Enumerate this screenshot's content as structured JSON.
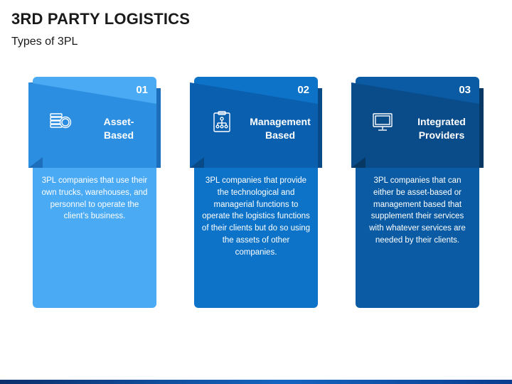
{
  "title": "3RD PARTY LOGISTICS",
  "subtitle": "Types of 3PL",
  "colors": {
    "card1_body": "#4aaaf4",
    "card1_banner": "#2c8ee0",
    "card1_fold": "#1d6fbb",
    "card2_body": "#0d73c8",
    "card2_banner": "#0a5fae",
    "card2_fold": "#084a88",
    "card3_body": "#0a5ba3",
    "card3_banner": "#0a4c8a",
    "card3_fold": "#073763"
  },
  "cards": [
    {
      "number": "01",
      "heading": "Asset-\nBased",
      "icon": "coins-stack-icon",
      "body": "3PL companies that use their own trucks, warehouses, and personnel to operate the client’s business."
    },
    {
      "number": "02",
      "heading": "Management\nBased",
      "icon": "org-chart-clipboard-icon",
      "body": "3PL companies that provide the technological and managerial functions to operate the logistics functions of their clients but do so using the assets of other companies."
    },
    {
      "number": "03",
      "heading": "Integrated\nProviders",
      "icon": "monitor-icon",
      "body": "3PL companies that can either be asset-based or management based that supplement their services with whatever services are needed by their clients."
    }
  ]
}
